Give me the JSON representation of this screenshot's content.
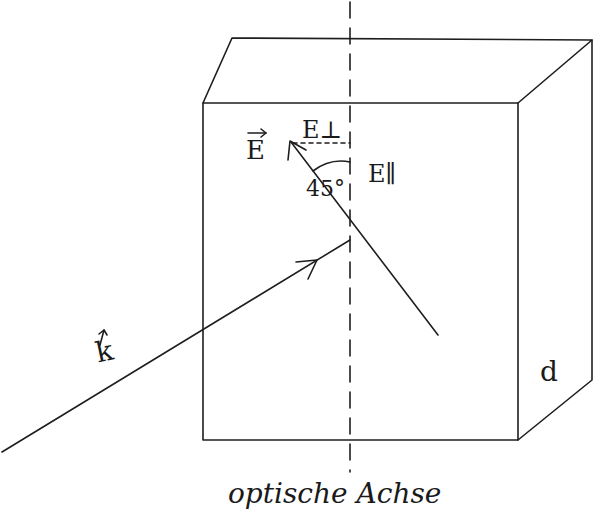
{
  "diagram": {
    "labels": [
      "E⊥",
      "E",
      "45°",
      "E∥",
      "k",
      "d",
      "optische Achse"
    ]
  }
}
